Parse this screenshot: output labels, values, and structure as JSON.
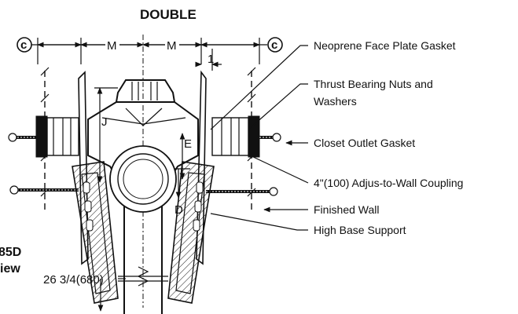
{
  "diagram": {
    "title": "DOUBLE",
    "side_label_line1": "85D",
    "side_label_line2": "iew",
    "dimensions": {
      "c_left": "c",
      "c_right": "c",
      "m_left": "M",
      "m_right": "M",
      "one": "1",
      "j": "J",
      "e": "E",
      "d": "D",
      "length": "26 3/4(680)"
    },
    "callouts": [
      "Neoprene Face Plate Gasket",
      "Thrust Bearing Nuts and",
      "Washers",
      "Closet Outlet Gasket",
      "4\"(100) Adjus-to-Wall Coupling",
      "Finished Wall",
      "High Base Support"
    ]
  }
}
